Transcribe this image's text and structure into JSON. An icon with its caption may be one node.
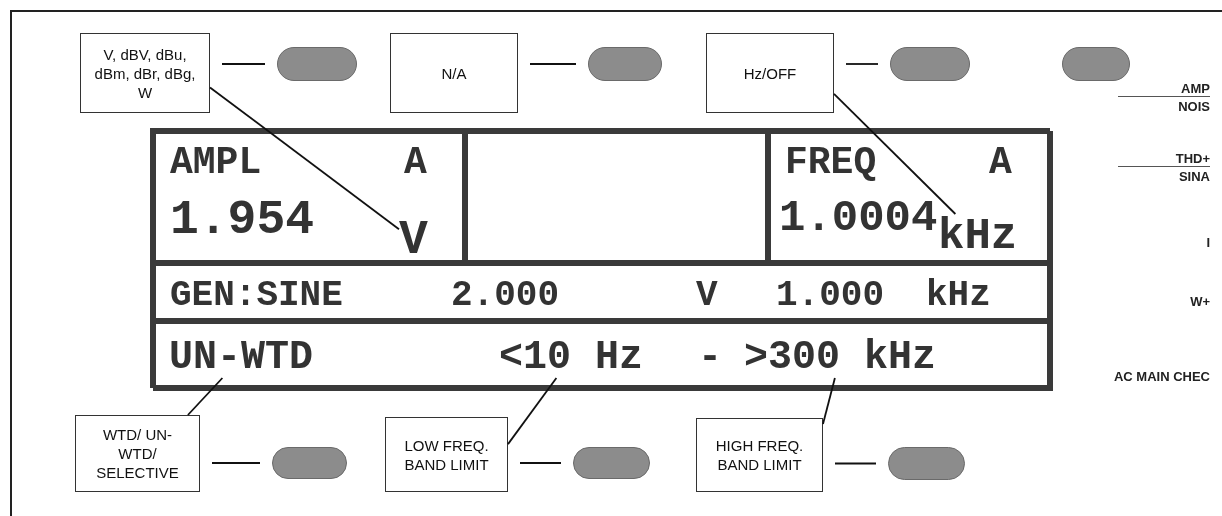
{
  "diagram": {
    "nodes": [
      {
        "text": [
          "V, dBV, dBu, dBm, dBr, dBg, W"
        ]
      },
      {
        "text": [],
        "shape": "oval"
      },
      {
        "text": [
          "N/A"
        ]
      },
      {
        "text": [],
        "shape": "oval"
      },
      {
        "text": [
          "Hz/OFF"
        ]
      },
      {
        "text": [],
        "shape": "oval"
      },
      {
        "text": [],
        "shape": "oval"
      },
      {
        "text": [],
        "shape": "box"
      },
      {
        "text": [
          "AMPL",
          "A",
          "1.954"
        ],
        "in": 7
      },
      {
        "text": [
          "V"
        ],
        "in": 8
      },
      {
        "text": [],
        "shape": "box",
        "in": 7
      },
      {
        "text": [
          "FREQ",
          "A",
          "1.0004"
        ],
        "in": 7
      },
      {
        "text": [
          "kHz"
        ],
        "in": 11
      },
      {
        "text": [
          "GEN:SINE",
          "2.000",
          "V",
          "1.000",
          "kHz"
        ],
        "in": 7
      },
      {
        "text": [
          "-"
        ],
        "in": 7
      },
      {
        "text": [
          "UN-WTD"
        ],
        "in": 14
      },
      {
        "text": [
          "<10 Hz"
        ],
        "in": 14
      },
      {
        "text": [
          ">300 kHz"
        ],
        "in": 14
      },
      {
        "text": [
          "WTD/ UN-WTD/ SELECTIVE"
        ]
      },
      {
        "text": [],
        "shape": "oval"
      },
      {
        "text": [
          "LOW FREQ. BAND LIMIT"
        ]
      },
      {
        "text": [],
        "shape": "oval"
      },
      {
        "text": [
          "HIGH FREQ. BAND LIMIT"
        ]
      },
      {
        "text": [],
        "shape": "oval"
      }
    ],
    "edges": [
      {
        "from": 0,
        "to": 1,
        "arrow": "none"
      },
      {
        "from": 0,
        "to": 9,
        "arrow": "none"
      },
      {
        "from": 2,
        "to": 3,
        "arrow": "none"
      },
      {
        "from": 4,
        "to": 5,
        "arrow": "none"
      },
      {
        "from": 4,
        "to": 12,
        "arrow": "none"
      },
      {
        "from": 18,
        "to": 15,
        "arrow": "none"
      },
      {
        "from": 18,
        "to": 19,
        "arrow": "none"
      },
      {
        "from": 20,
        "to": 16,
        "arrow": "none"
      },
      {
        "from": 20,
        "to": 21,
        "arrow": "none"
      },
      {
        "from": 22,
        "to": 17,
        "arrow": "none"
      },
      {
        "from": 22,
        "to": 23,
        "arrow": "none"
      }
    ],
    "labels": [
      "AMP",
      "NOIS",
      "THD+",
      "SINA",
      "I",
      "W+",
      "AC MAIN CHEC"
    ]
  }
}
